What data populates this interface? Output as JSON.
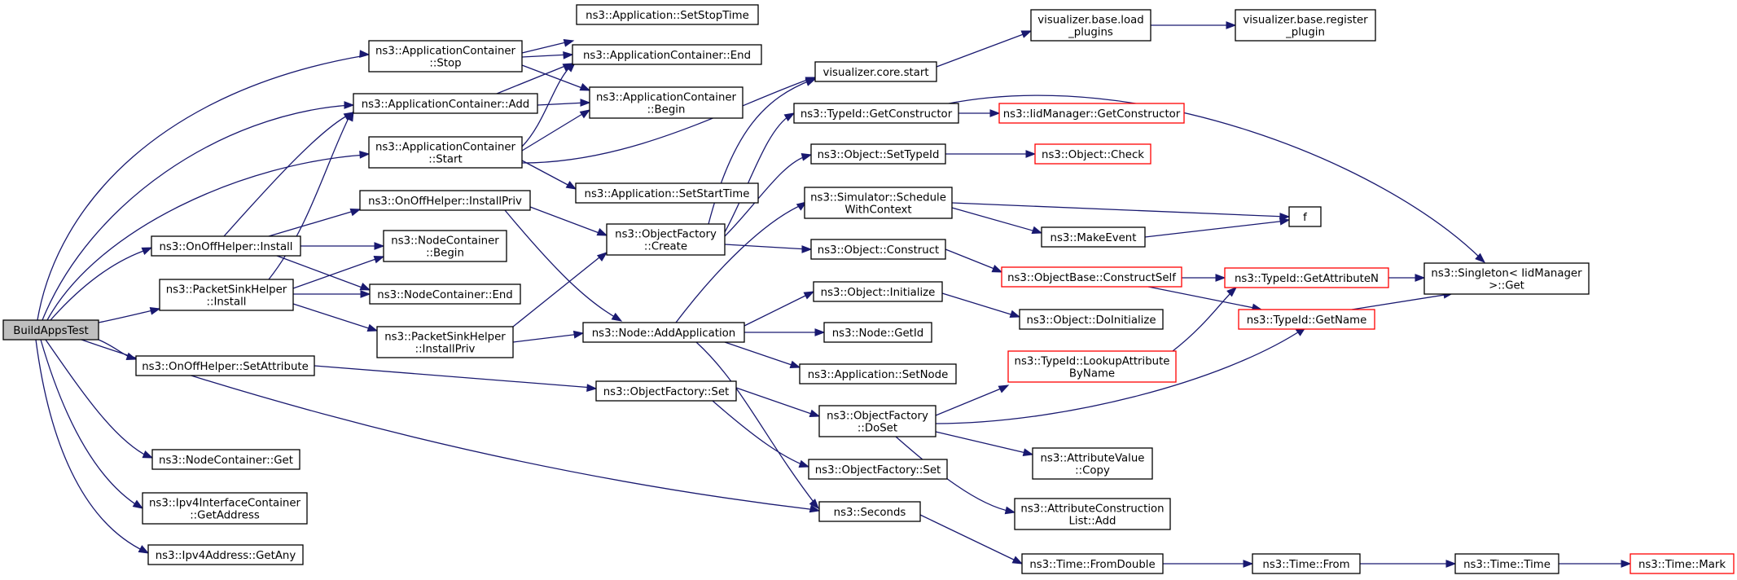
{
  "graph": {
    "nodes": {
      "build_apps_test": [
        "BuildAppsTest"
      ],
      "app_set_stop_time": [
        "ns3::Application::SetStopTime"
      ],
      "app_container_stop": [
        "ns3::ApplicationContainer",
        "::Stop"
      ],
      "app_container_end": [
        "ns3::ApplicationContainer::End"
      ],
      "app_container_add": [
        "ns3::ApplicationContainer::Add"
      ],
      "app_container_begin": [
        "ns3::ApplicationContainer",
        "::Begin"
      ],
      "app_container_start": [
        "ns3::ApplicationContainer",
        "::Start"
      ],
      "app_set_start_time": [
        "ns3::Application::SetStartTime"
      ],
      "onoff_install_priv": [
        "ns3::OnOffHelper::InstallPriv"
      ],
      "onoff_install": [
        "ns3::OnOffHelper::Install"
      ],
      "node_container_begin": [
        "ns3::NodeContainer",
        "::Begin"
      ],
      "packet_sink_install": [
        "ns3::PacketSinkHelper",
        "::Install"
      ],
      "node_container_end": [
        "ns3::NodeContainer::End"
      ],
      "packet_sink_install_priv": [
        "ns3::PacketSinkHelper",
        "::InstallPriv"
      ],
      "onoff_set_attribute": [
        "ns3::OnOffHelper::SetAttribute"
      ],
      "node_container_get": [
        "ns3::NodeContainer::Get"
      ],
      "ipv4_iface_get_address": [
        "ns3::Ipv4InterfaceContainer",
        "::GetAddress"
      ],
      "ipv4_address_get_any": [
        "ns3::Ipv4Address::GetAny"
      ],
      "object_factory_create": [
        "ns3::ObjectFactory",
        "::Create"
      ],
      "node_add_application": [
        "ns3::Node::AddApplication"
      ],
      "object_factory_set": [
        "ns3::ObjectFactory::Set"
      ],
      "ns3_seconds": [
        "ns3::Seconds"
      ],
      "visualizer_core_start": [
        "visualizer.core.start"
      ],
      "visualizer_load_plugins": [
        "visualizer.base.load",
        "_plugins"
      ],
      "visualizer_register_plugin": [
        "visualizer.base.register",
        "_plugin"
      ],
      "typeid_get_constructor": [
        "ns3::TypeId::GetConstructor"
      ],
      "iid_manager_get_constructor": [
        "ns3::IidManager::GetConstructor"
      ],
      "object_set_type_id": [
        "ns3::Object::SetTypeId"
      ],
      "object_check": [
        "ns3::Object::Check"
      ],
      "simulator_schedule": [
        "ns3::Simulator::Schedule",
        "WithContext"
      ],
      "ns3_make_event": [
        "ns3::MakeEvent"
      ],
      "f": [
        "f"
      ],
      "object_construct": [
        "ns3::Object::Construct"
      ],
      "object_base_construct_self": [
        "ns3::ObjectBase::ConstructSelf"
      ],
      "typeid_get_attribute_n": [
        "ns3::TypeId::GetAttributeN"
      ],
      "singleton_get": [
        "ns3::Singleton< IidManager",
        ">::Get"
      ],
      "typeid_get_name": [
        "ns3::TypeId::GetName"
      ],
      "object_initialize": [
        "ns3::Object::Initialize"
      ],
      "object_do_initialize": [
        "ns3::Object::DoInitialize"
      ],
      "node_get_id": [
        "ns3::Node::GetId"
      ],
      "app_set_node": [
        "ns3::Application::SetNode"
      ],
      "typeid_lookup_attribute": [
        "ns3::TypeId::LookupAttribute",
        "ByName"
      ],
      "object_factory_do_set": [
        "ns3::ObjectFactory",
        "::DoSet"
      ],
      "attribute_value_copy": [
        "ns3::AttributeValue",
        "::Copy"
      ],
      "object_factory_set_inner": [
        "ns3::ObjectFactory::Set"
      ],
      "attribute_construction_list_add": [
        "ns3::AttributeConstruction",
        "List::Add"
      ],
      "time_from_double": [
        "ns3::Time::FromDouble"
      ],
      "time_from": [
        "ns3::Time::From"
      ],
      "time_time": [
        "ns3::Time::Time"
      ],
      "time_mark": [
        "ns3::Time::Mark"
      ]
    },
    "edge_color": "#191970",
    "red_border_color": "#ff0000",
    "root_fill_color": "#bfbfbf"
  }
}
